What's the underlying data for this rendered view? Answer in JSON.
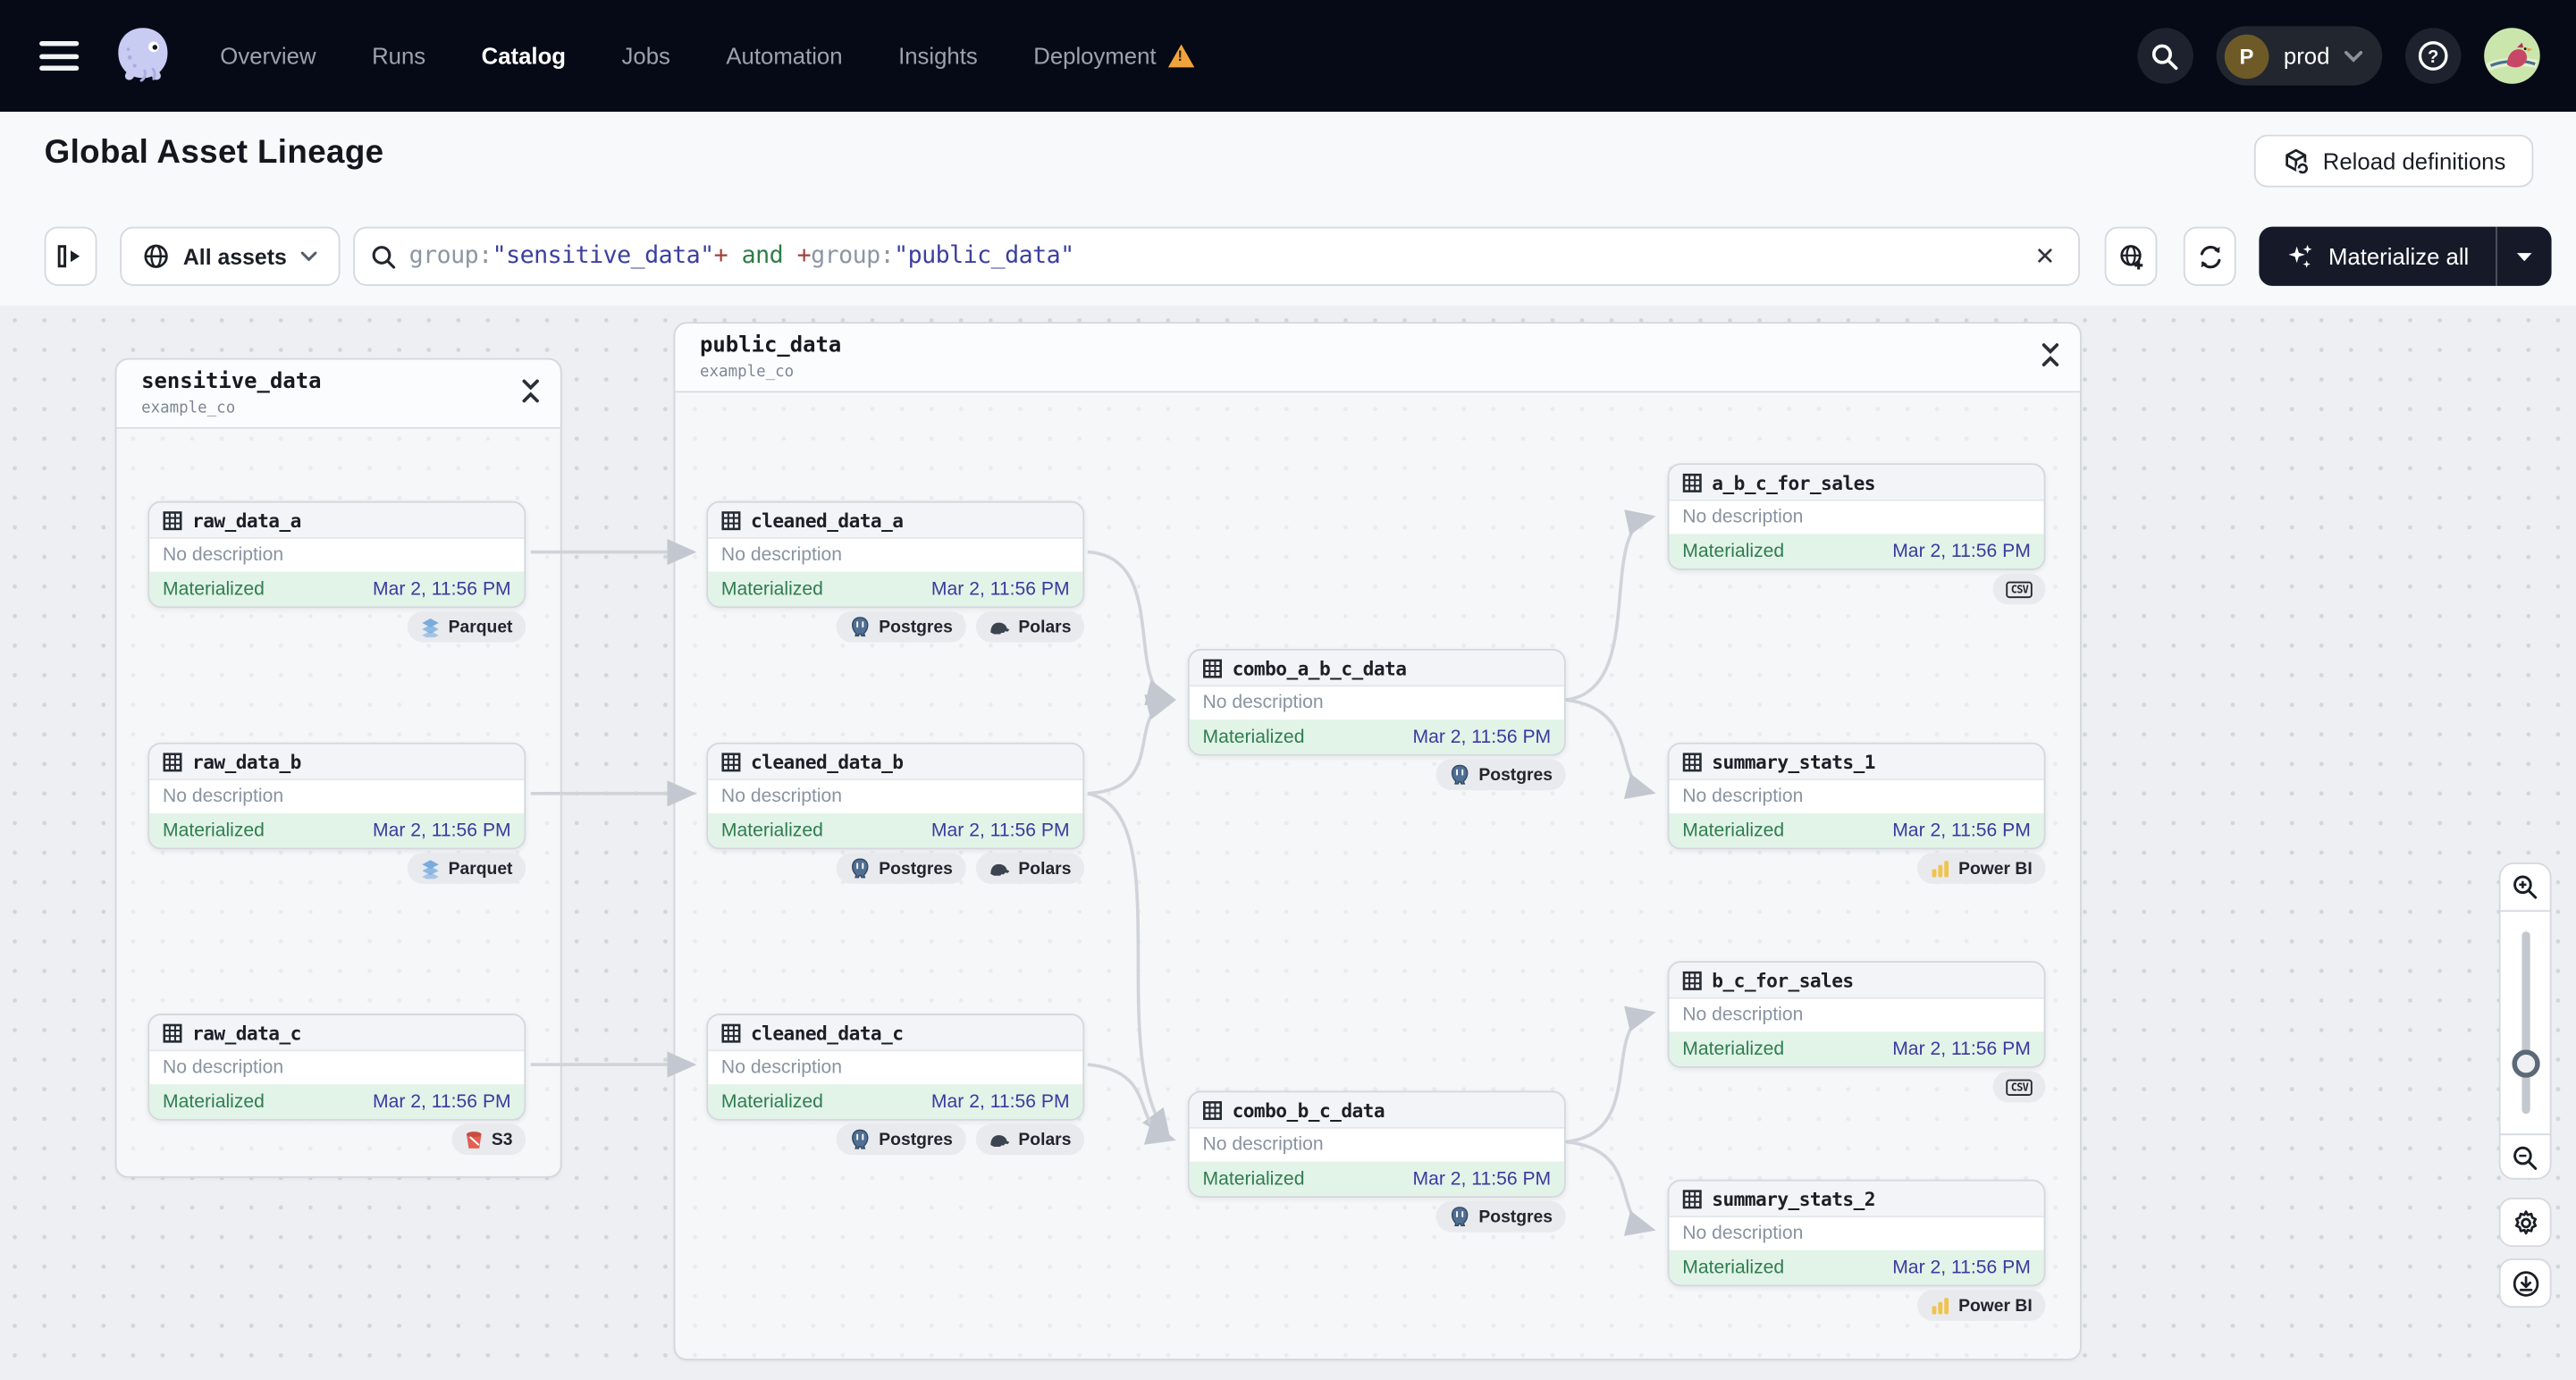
{
  "nav": {
    "items": [
      {
        "label": "Overview"
      },
      {
        "label": "Runs"
      },
      {
        "label": "Catalog"
      },
      {
        "label": "Jobs"
      },
      {
        "label": "Automation"
      },
      {
        "label": "Insights"
      },
      {
        "label": "Deployment"
      }
    ],
    "active_item": "Catalog",
    "deployment_has_warning": true,
    "environment": {
      "initial": "P",
      "name": "prod"
    }
  },
  "header": {
    "title": "Global Asset Lineage",
    "reload_label": "Reload definitions"
  },
  "filter": {
    "scope_label": "All assets",
    "query": {
      "key1": "group:",
      "val1": "\"sensitive_data\"",
      "plus1": "+",
      "op": " and ",
      "plus2": "+",
      "key2": "group:",
      "val2": "\"public_data\""
    },
    "materialize_label": "Materialize all"
  },
  "canvas": {
    "groups": [
      {
        "name": "sensitive_data",
        "location": "example_co"
      },
      {
        "name": "public_data",
        "location": "example_co"
      }
    ],
    "nodes": [
      {
        "name": "raw_data_a",
        "description": "No description",
        "status": "Materialized",
        "timestamp": "Mar 2, 11:56 PM",
        "tags": [
          {
            "icon": "parquet-icon",
            "label": "Parquet"
          }
        ]
      },
      {
        "name": "raw_data_b",
        "description": "No description",
        "status": "Materialized",
        "timestamp": "Mar 2, 11:56 PM",
        "tags": [
          {
            "icon": "parquet-icon",
            "label": "Parquet"
          }
        ]
      },
      {
        "name": "raw_data_c",
        "description": "No description",
        "status": "Materialized",
        "timestamp": "Mar 2, 11:56 PM",
        "tags": [
          {
            "icon": "s3-icon",
            "label": "S3"
          }
        ]
      },
      {
        "name": "cleaned_data_a",
        "description": "No description",
        "status": "Materialized",
        "timestamp": "Mar 2, 11:56 PM",
        "tags": [
          {
            "icon": "postgres-icon",
            "label": "Postgres"
          },
          {
            "icon": "polars-icon",
            "label": "Polars"
          }
        ]
      },
      {
        "name": "cleaned_data_b",
        "description": "No description",
        "status": "Materialized",
        "timestamp": "Mar 2, 11:56 PM",
        "tags": [
          {
            "icon": "postgres-icon",
            "label": "Postgres"
          },
          {
            "icon": "polars-icon",
            "label": "Polars"
          }
        ]
      },
      {
        "name": "cleaned_data_c",
        "description": "No description",
        "status": "Materialized",
        "timestamp": "Mar 2, 11:56 PM",
        "tags": [
          {
            "icon": "postgres-icon",
            "label": "Postgres"
          },
          {
            "icon": "polars-icon",
            "label": "Polars"
          }
        ]
      },
      {
        "name": "combo_a_b_c_data",
        "description": "No description",
        "status": "Materialized",
        "timestamp": "Mar 2, 11:56 PM",
        "tags": [
          {
            "icon": "postgres-icon",
            "label": "Postgres"
          }
        ]
      },
      {
        "name": "combo_b_c_data",
        "description": "No description",
        "status": "Materialized",
        "timestamp": "Mar 2, 11:56 PM",
        "tags": [
          {
            "icon": "postgres-icon",
            "label": "Postgres"
          }
        ]
      },
      {
        "name": "a_b_c_for_sales",
        "description": "No description",
        "status": "Materialized",
        "timestamp": "Mar 2, 11:56 PM",
        "tags": [
          {
            "icon": "csv-icon",
            "label": "CSV"
          }
        ]
      },
      {
        "name": "summary_stats_1",
        "description": "No description",
        "status": "Materialized",
        "timestamp": "Mar 2, 11:56 PM",
        "tags": [
          {
            "icon": "powerbi-icon",
            "label": "Power BI"
          }
        ]
      },
      {
        "name": "b_c_for_sales",
        "description": "No description",
        "status": "Materialized",
        "timestamp": "Mar 2, 11:56 PM",
        "tags": [
          {
            "icon": "csv-icon",
            "label": "CSV"
          }
        ]
      },
      {
        "name": "summary_stats_2",
        "description": "No description",
        "status": "Materialized",
        "timestamp": "Mar 2, 11:56 PM",
        "tags": [
          {
            "icon": "powerbi-icon",
            "label": "Power BI"
          }
        ]
      }
    ]
  },
  "colors": {
    "nav_bg": "#060a16",
    "accent_dark_button": "#161a28",
    "materialized_green": "#2f7d4f",
    "materialized_bg": "#e2f3e8",
    "timestamp_indigo": "#3b3a9e",
    "warning_amber": "#f0a33c",
    "canvas_bg": "#edeff2"
  }
}
